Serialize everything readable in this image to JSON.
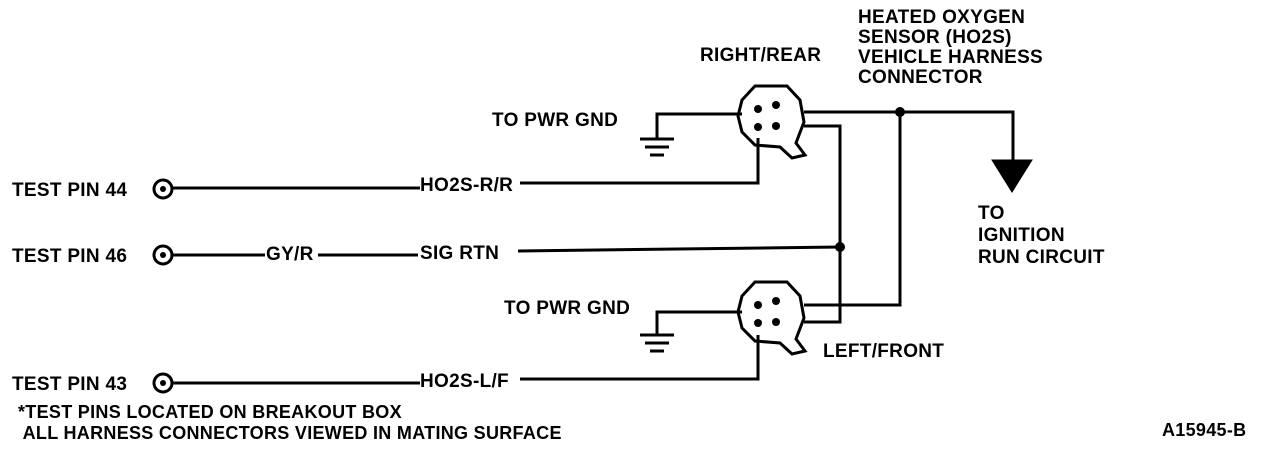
{
  "labels": {
    "sensor_title": "HEATED OXYGEN\nSENSOR (HO2S)\nVEHICLE HARNESS\nCONNECTOR",
    "right_rear": "RIGHT/REAR",
    "left_front": "LEFT/FRONT",
    "pwr_gnd_top": "TO PWR GND",
    "pwr_gnd_bottom": "TO PWR GND",
    "ignition": "TO\nIGNITION\nRUN CIRCUIT",
    "pin_44": "TEST PIN 44",
    "pin_46": "TEST PIN 46",
    "pin_43": "TEST PIN 43",
    "wire_rr": "HO2S-R/R",
    "wire_gyr": "GY/R",
    "wire_sig": "SIG RTN",
    "wire_lf": "HO2S-L/F",
    "footnote": "*TEST PINS LOCATED ON BREAKOUT BOX\n ALL HARNESS CONNECTORS VIEWED IN MATING SURFACE",
    "figure_id": "A15945-B"
  }
}
